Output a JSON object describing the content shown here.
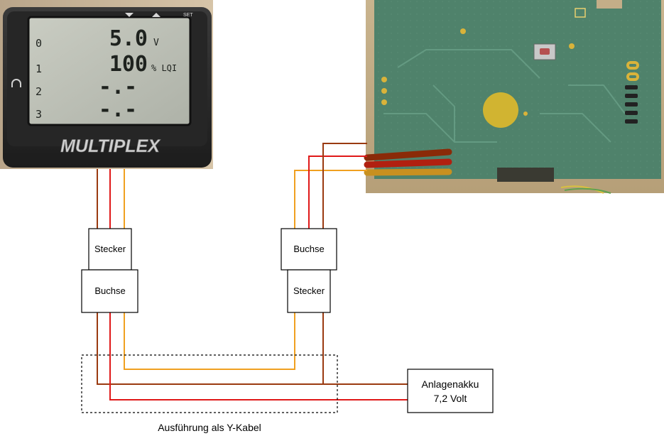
{
  "display": {
    "brand": "MULTIPLEX",
    "set_label": "SET",
    "rows": [
      {
        "index": "0",
        "value": "5.0",
        "unit": "V"
      },
      {
        "index": "1",
        "value": "100",
        "unit": "% LQI"
      },
      {
        "index": "2",
        "value": "-.-",
        "unit": ""
      },
      {
        "index": "3",
        "value": "-.-",
        "unit": ""
      }
    ]
  },
  "connectors": {
    "left_stecker": "Stecker",
    "left_buchse": "Buchse",
    "right_buchse": "Buchse",
    "right_stecker": "Stecker"
  },
  "battery": {
    "line1": "Anlagenakku",
    "line2": "7,2 Volt"
  },
  "y_cable_caption": "Ausführung als Y-Kabel",
  "wire_colors": {
    "brown": "#9a3a10",
    "red": "#e01818",
    "orange": "#f0a020"
  }
}
